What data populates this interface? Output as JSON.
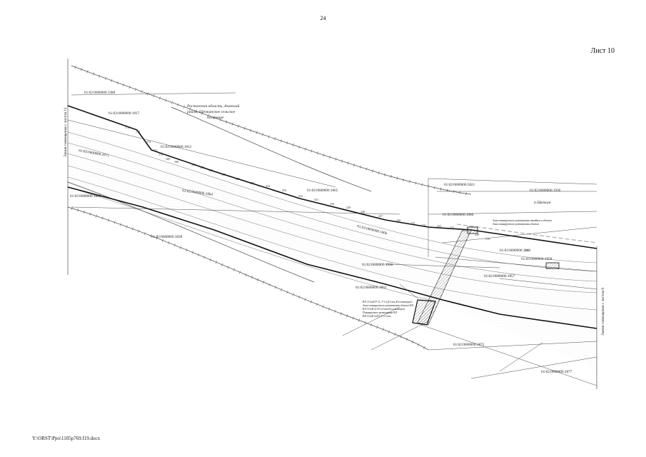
{
  "page": {
    "number": "24",
    "sheet": "Лист 10",
    "file_path": "Y:\\ORST\\Ppo\\1105p769.f19.docx"
  },
  "region_label": {
    "line1": "Ростовская область, Азовский",
    "line2": "район, Щепкинское сельское",
    "line3": "поселение"
  },
  "settlement_label": "п.Щепкин",
  "boundary_labels": {
    "left": "Линия совмещения с листом 11",
    "right": "Линия совмещения с листом 9"
  },
  "parcels": [
    "61:02:0600006:1380",
    "61:02:0000000:1817",
    "61:02:0600006:1812",
    "61:02:0600006:1871",
    "61:02:0600006:1863",
    "61:02:0600006:1865",
    "61:02:0600006:1864",
    "61:02:0600006:1838",
    "61:02:0600006:1860",
    "61:02:0600006:1950",
    "61:02:0600006:5821",
    "61:02:0600006:1930",
    "61:02:0600006:1080",
    "61:02:0600006:1813",
    "61:02:0600006:1958",
    "61:02:0600006:1862",
    "61:02:0600006:1857",
    "61:02:0000000:1875",
    "61:02:0600006:1877"
  ],
  "zone_notes": [
    "Зона планируемого размещения линейного объекта",
    "Зона планируемого размещения объекта",
    "ВЛ 110 кВ Р-11, Т-3 (Д.Сачь.Ростовэнерго)",
    "Зона планируемого размещения объекта ВЛ",
    "ВЛ 10 кВ № 8/3 (Сачь.Ростовэнерго)",
    "Планируемое размещение ВЛ",
    "ВЛ 10 кВ №8/3 Т-3 Сачь"
  ],
  "point_numbers": [
    "174",
    "173",
    "172",
    "171",
    "170",
    "169",
    "168",
    "340",
    "339",
    "338",
    "337",
    "336",
    "335",
    "334",
    "333",
    "332",
    "331",
    "330",
    "229",
    "228",
    "227",
    "226",
    "225",
    "224",
    "223",
    "222",
    "221",
    "220",
    "219",
    "218"
  ],
  "colors": {
    "line": "#111111",
    "grey": "#888888",
    "dashed": "#aaaaaa",
    "hatch": "#666666"
  }
}
